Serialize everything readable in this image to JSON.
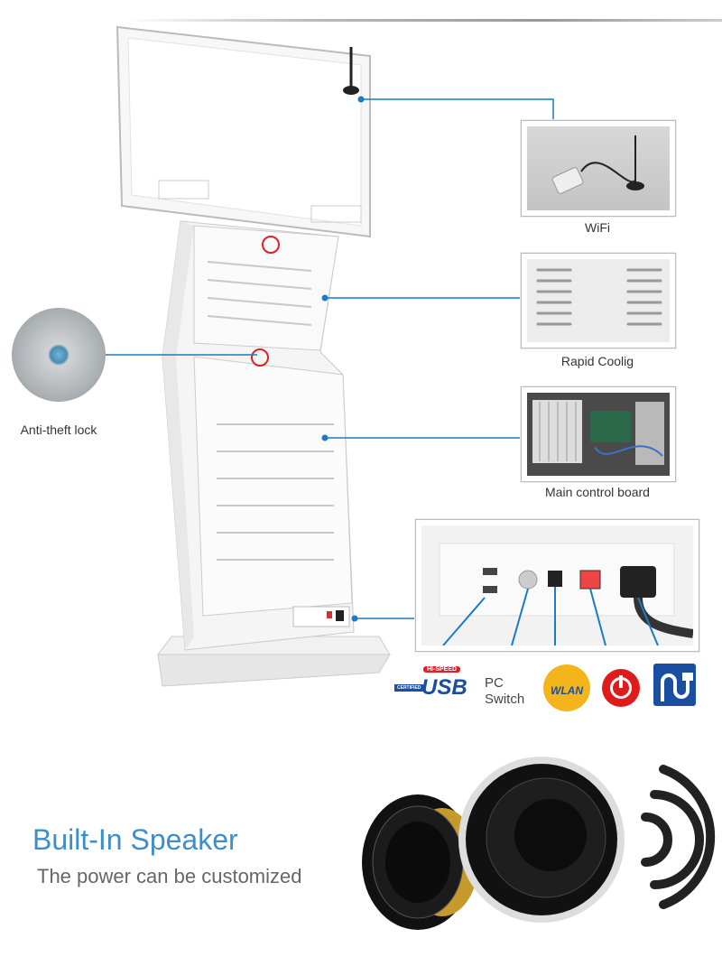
{
  "callouts": {
    "wifi": "WiFi",
    "cooling": "Rapid Coolig",
    "board": "Main control board",
    "lock": "Anti-theft lock"
  },
  "ports": {
    "usb_badge": "USB",
    "usb_small": "HI-SPEED",
    "usb_certified": "CERTIFIED",
    "pc_switch_line1": "PC",
    "pc_switch_line2": "Switch",
    "wlan": "WLAN"
  },
  "speaker": {
    "title": "Built-In Speaker",
    "subtitle": "The power can be customized"
  },
  "colors": {
    "accent": "#3d8fc9",
    "line": "#1a7cc4"
  }
}
